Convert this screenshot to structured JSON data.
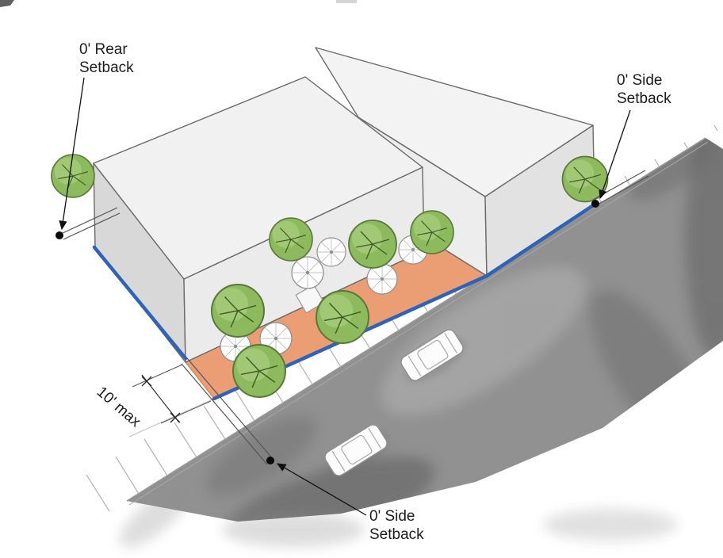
{
  "annotations": {
    "rear_setback": {
      "line1": "0' Rear",
      "line2": "Setback"
    },
    "side_setback_top": {
      "line1": "0' Side",
      "line2": "Setback"
    },
    "side_setback_bottom": {
      "line1": "0' Side",
      "line2": "Setback"
    },
    "max_courtyard_depth": {
      "label": "10' max"
    }
  },
  "colors": {
    "lot_line_blue": "#2f63b5",
    "plaza_orange": "#eb9d74",
    "street_gray": "#919191",
    "tree_green": "#8cba5c",
    "building_gray": "#e9e9e9"
  }
}
